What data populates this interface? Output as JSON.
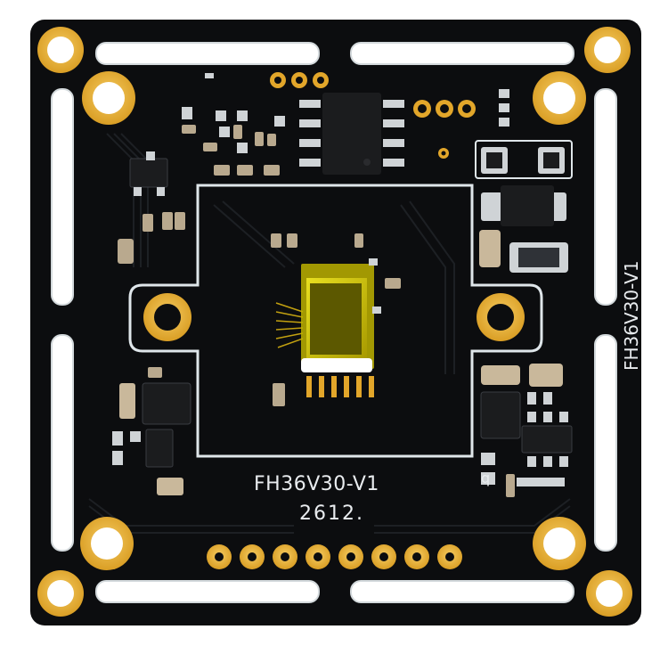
{
  "board": {
    "silkscreen_main": "FH36V30-V1",
    "silkscreen_code": "2612.",
    "silkscreen_side": "FH36V30-V1",
    "silkscreen_small": "q"
  },
  "colors": {
    "background": "#ffffff",
    "pcb": "#0c0d0f",
    "outline": "#dfe6ea",
    "gold": "#e2a62a",
    "gold_light": "#f2c14e",
    "chip": "#1b1c1e",
    "sensor": "#c8c000",
    "sensor_frame": "#ddd000"
  }
}
